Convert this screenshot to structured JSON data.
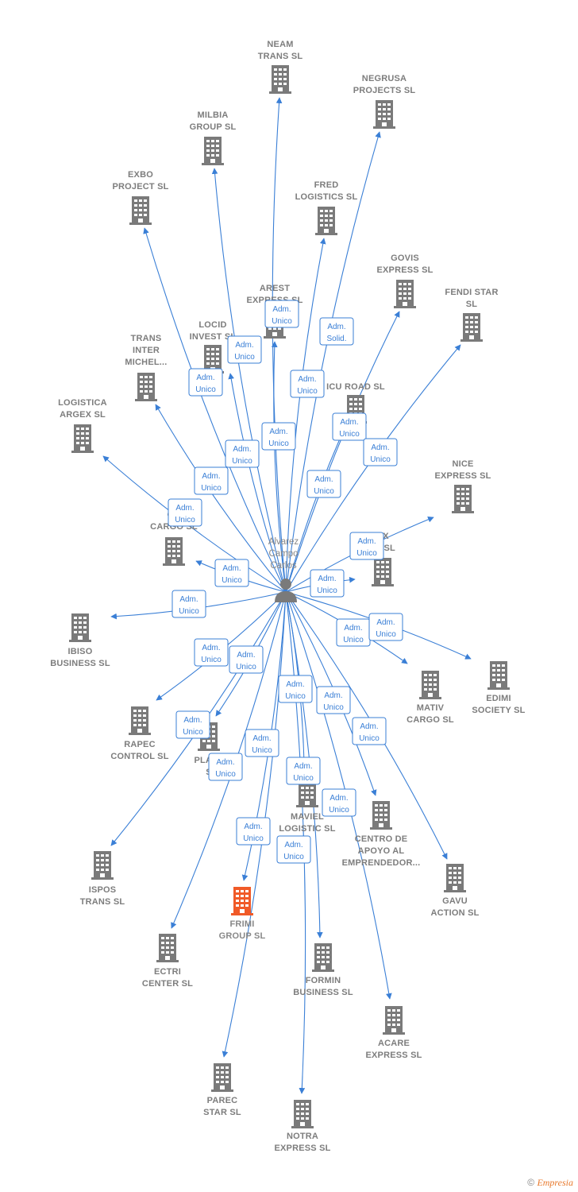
{
  "colors": {
    "edge": "#3a7fd6",
    "building": "#7a7a7a",
    "building_highlight": "#f05a28",
    "text": "#7d7d7d"
  },
  "center": {
    "label_lines": [
      "Alvarez",
      "Campo",
      "Carlos"
    ],
    "icon": "person-icon"
  },
  "edge_label_lines": [
    "Adm.",
    "Unico"
  ],
  "edge_label_alt_lines": [
    "Adm.",
    "Solid."
  ],
  "nodes": [
    {
      "id": "neam",
      "label_lines": [
        "NEAM",
        "TRANS SL"
      ],
      "icon": "building-icon",
      "edge_label": "unico"
    },
    {
      "id": "negrusa",
      "label_lines": [
        "NEGRUSA",
        "PROJECTS SL"
      ],
      "icon": "building-icon",
      "edge_label": "solid"
    },
    {
      "id": "milbia",
      "label_lines": [
        "MILBIA",
        "GROUP SL"
      ],
      "icon": "building-icon",
      "edge_label": "unico"
    },
    {
      "id": "fred",
      "label_lines": [
        "FRED",
        "LOGISTICS SL"
      ],
      "icon": "building-icon",
      "edge_label": "unico"
    },
    {
      "id": "exbo",
      "label_lines": [
        "EXBO",
        "PROJECT SL"
      ],
      "icon": "building-icon",
      "edge_label": "unico"
    },
    {
      "id": "govis",
      "label_lines": [
        "GOVIS",
        "EXPRESS SL"
      ],
      "icon": "building-icon",
      "edge_label": "unico"
    },
    {
      "id": "arest",
      "label_lines": [
        "AREST",
        "EXPRESS SL"
      ],
      "icon": "building-icon",
      "edge_label": "unico"
    },
    {
      "id": "fendi",
      "label_lines": [
        "FENDI STAR",
        "SL"
      ],
      "icon": "building-icon",
      "edge_label": "unico"
    },
    {
      "id": "locid",
      "label_lines": [
        "LOCID",
        "INVEST SL"
      ],
      "icon": "building-icon",
      "edge_label": "unico"
    },
    {
      "id": "transinter",
      "label_lines": [
        "TRANS",
        "INTER",
        "MICHEL..."
      ],
      "icon": "building-icon",
      "edge_label": "unico"
    },
    {
      "id": "icuroad",
      "label_lines": [
        "ICU ROAD SL"
      ],
      "icon": "building-icon",
      "edge_label": "unico"
    },
    {
      "id": "logistica",
      "label_lines": [
        "LOGISTICA",
        "ARGEX SL"
      ],
      "icon": "building-icon",
      "edge_label": "unico"
    },
    {
      "id": "nice",
      "label_lines": [
        "NICE",
        "EXPRESS SL"
      ],
      "icon": "building-icon",
      "edge_label": "unico"
    },
    {
      "id": "oncargo",
      "label_lines": [
        "ON",
        "CARGO SL"
      ],
      "icon": "building-icon",
      "edge_label": "unico"
    },
    {
      "id": "ux",
      "label_lines": [
        "UX",
        "TY SL"
      ],
      "icon": "building-icon",
      "edge_label": "unico"
    },
    {
      "id": "ibiso",
      "label_lines": [
        "IBISO",
        "BUSINESS SL"
      ],
      "icon": "building-icon",
      "edge_label": "unico"
    },
    {
      "id": "mativ",
      "label_lines": [
        "MATIV",
        "CARGO SL"
      ],
      "icon": "building-icon",
      "edge_label": "unico"
    },
    {
      "id": "edimi",
      "label_lines": [
        "EDIMI",
        "SOCIETY SL"
      ],
      "icon": "building-icon",
      "edge_label": "unico"
    },
    {
      "id": "rapec",
      "label_lines": [
        "RAPEC",
        "CONTROL SL"
      ],
      "icon": "building-icon",
      "edge_label": "unico"
    },
    {
      "id": "plast",
      "label_lines": [
        "PLAST",
        "S"
      ],
      "icon": "building-icon",
      "edge_label": "unico"
    },
    {
      "id": "maviel",
      "label_lines": [
        "MAVIEL",
        "LOGISTIC SL"
      ],
      "icon": "building-icon",
      "edge_label": "unico"
    },
    {
      "id": "centro",
      "label_lines": [
        "CENTRO DE",
        "APOYO AL",
        "EMPRENDEDOR..."
      ],
      "icon": "building-icon",
      "edge_label": "unico"
    },
    {
      "id": "ispos",
      "label_lines": [
        "ISPOS",
        "TRANS SL"
      ],
      "icon": "building-icon",
      "edge_label": "unico"
    },
    {
      "id": "gavu",
      "label_lines": [
        "GAVU",
        "ACTION SL"
      ],
      "icon": "building-icon",
      "edge_label": "unico"
    },
    {
      "id": "frimi",
      "label_lines": [
        "FRIMI",
        "GROUP SL"
      ],
      "icon": "building-icon",
      "edge_label": "unico",
      "highlight": true
    },
    {
      "id": "ectri",
      "label_lines": [
        "ECTRI",
        "CENTER SL"
      ],
      "icon": "building-icon",
      "edge_label": "unico"
    },
    {
      "id": "formin",
      "label_lines": [
        "FORMIN",
        "BUSINESS SL"
      ],
      "icon": "building-icon",
      "edge_label": "unico"
    },
    {
      "id": "acare",
      "label_lines": [
        "ACARE",
        "EXPRESS SL"
      ],
      "icon": "building-icon",
      "edge_label": "unico"
    },
    {
      "id": "parec",
      "label_lines": [
        "PAREC",
        "STAR SL"
      ],
      "icon": "building-icon",
      "edge_label": "unico"
    },
    {
      "id": "notra",
      "label_lines": [
        "NOTRA",
        "EXPRESS SL"
      ],
      "icon": "building-icon",
      "edge_label": "unico"
    }
  ],
  "footer": {
    "copyright_symbol": "©",
    "brand": "Empresia"
  }
}
